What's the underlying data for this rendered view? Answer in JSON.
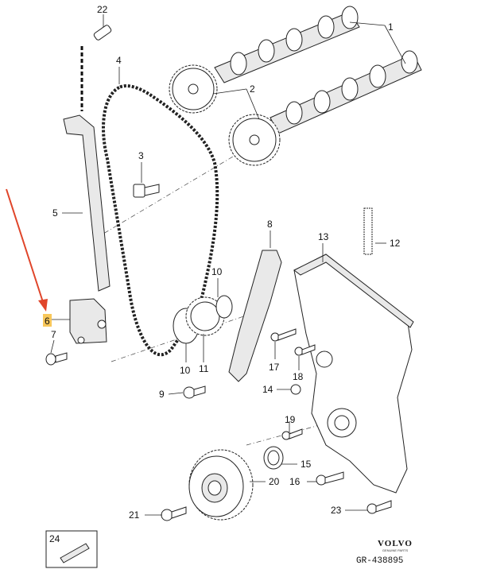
{
  "callouts": {
    "p1": "1",
    "p2": "2",
    "p3": "3",
    "p4": "4",
    "p5": "5",
    "p6": "6",
    "p7": "7",
    "p8": "8",
    "p9": "9",
    "p10a": "10",
    "p10b": "10",
    "p11": "11",
    "p12": "12",
    "p13": "13",
    "p14": "14",
    "p15": "15",
    "p16": "16",
    "p17": "17",
    "p18": "18",
    "p19": "19",
    "p20": "20",
    "p21": "21",
    "p22": "22",
    "p23": "23",
    "p24": "24"
  },
  "highlighted_part": "6",
  "colors": {
    "highlight": "#f8c75a",
    "arrow": "#e0452a"
  },
  "brand": {
    "logo": "VOLVO",
    "subtitle": "GENUINE PARTS"
  },
  "reference": "GR-438895"
}
